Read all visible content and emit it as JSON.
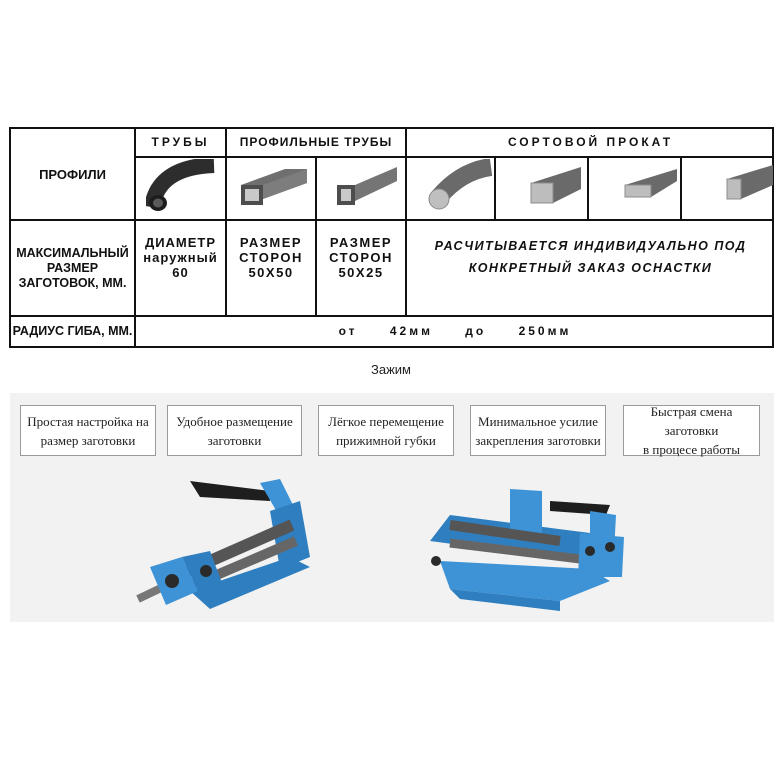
{
  "table": {
    "row_headers": {
      "profiles": "ПРОФИЛИ",
      "max_size": [
        "МАКСИМАЛЬНЫЙ",
        "РАЗМЕР",
        "ЗАГОТОВОК, ММ."
      ],
      "radius": "РАДИУС ГИБА, ММ."
    },
    "groups": {
      "tubes": "ТРУБЫ",
      "profile_tubes": "ПРОФИЛЬНЫЕ ТРУБЫ",
      "section_rolled": "СОРТОВОЙ ПРОКАТ"
    },
    "sizes": {
      "tube": [
        "ДИАМЕТР",
        "наружный",
        "60"
      ],
      "square_tube": [
        "РАЗМЕР",
        "СТОРОН",
        "50Х50"
      ],
      "rect_tube": [
        "РАЗМЕР",
        "СТОРОН",
        "50Х25"
      ],
      "rolled": [
        "РАСЧИТЫВАЕТСЯ ИНДИВИДУАЛЬНО ПОД",
        "КОНКРЕТНЫЙ ЗАКАЗ ОСНАСТКИ"
      ]
    },
    "radius_value": "от 42мм до 250мм"
  },
  "caption": "Зажим",
  "features": [
    [
      "Простая настройка на",
      "размер заготовки"
    ],
    [
      "Удобное размещение",
      "заготовки"
    ],
    [
      "Лёгкое перемещение",
      "прижимной губки"
    ],
    [
      "Минимальное усилие",
      "закрепления заготовки"
    ],
    [
      "Быстрая смена заготовки",
      "в процесе работы"
    ]
  ],
  "colors": {
    "machine_blue": "#3d93d6",
    "shaft_gray": "#5c5c5c",
    "profile_gray": "#8a8a8a"
  }
}
